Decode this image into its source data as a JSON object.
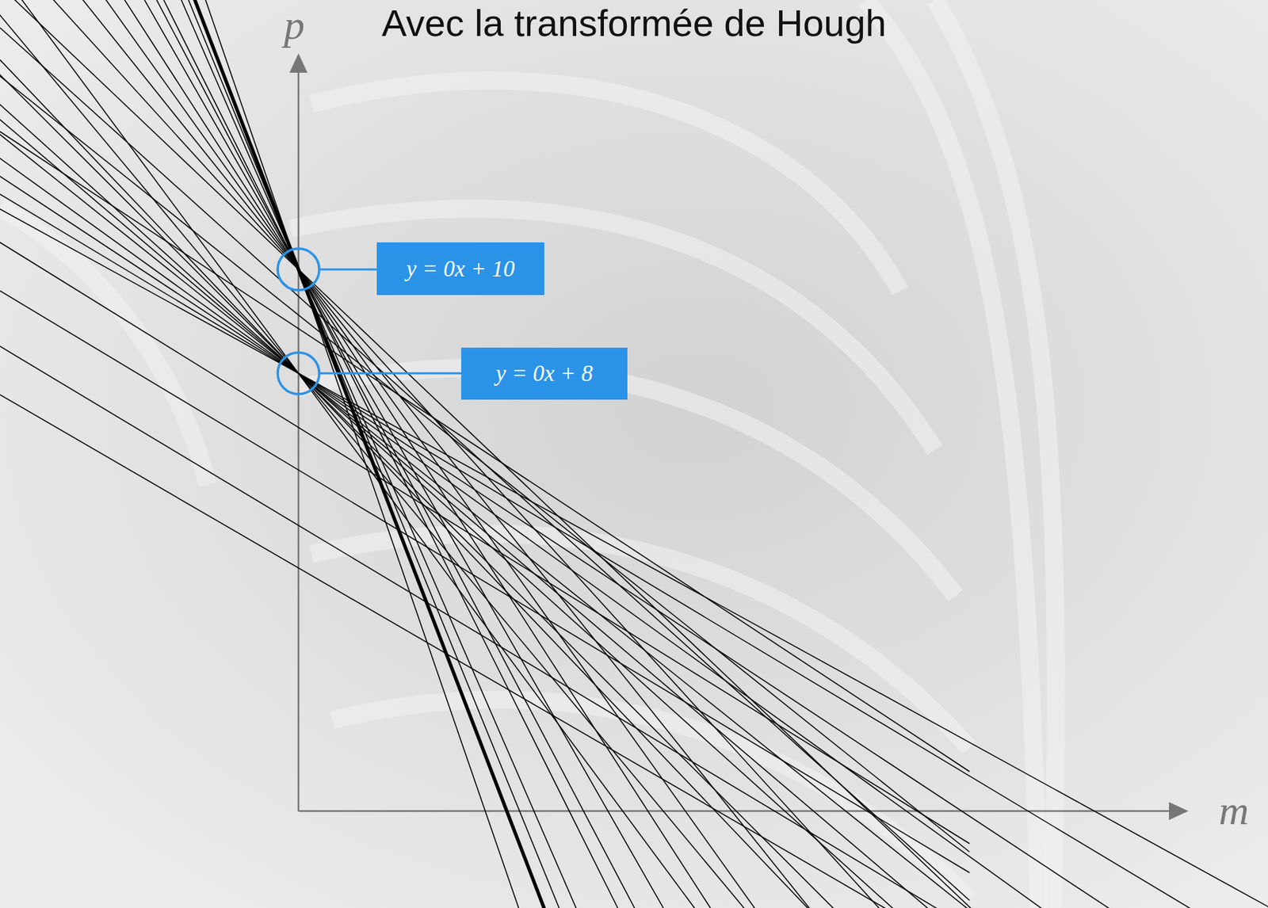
{
  "diagram": {
    "title": "Avec la transformée de Hough",
    "nodes": [
      {
        "text": [
          "y = 0x + 10"
        ]
      },
      {
        "text": [
          "y = 0x + 8"
        ]
      }
    ],
    "labels": [
      "p",
      "m"
    ]
  }
}
